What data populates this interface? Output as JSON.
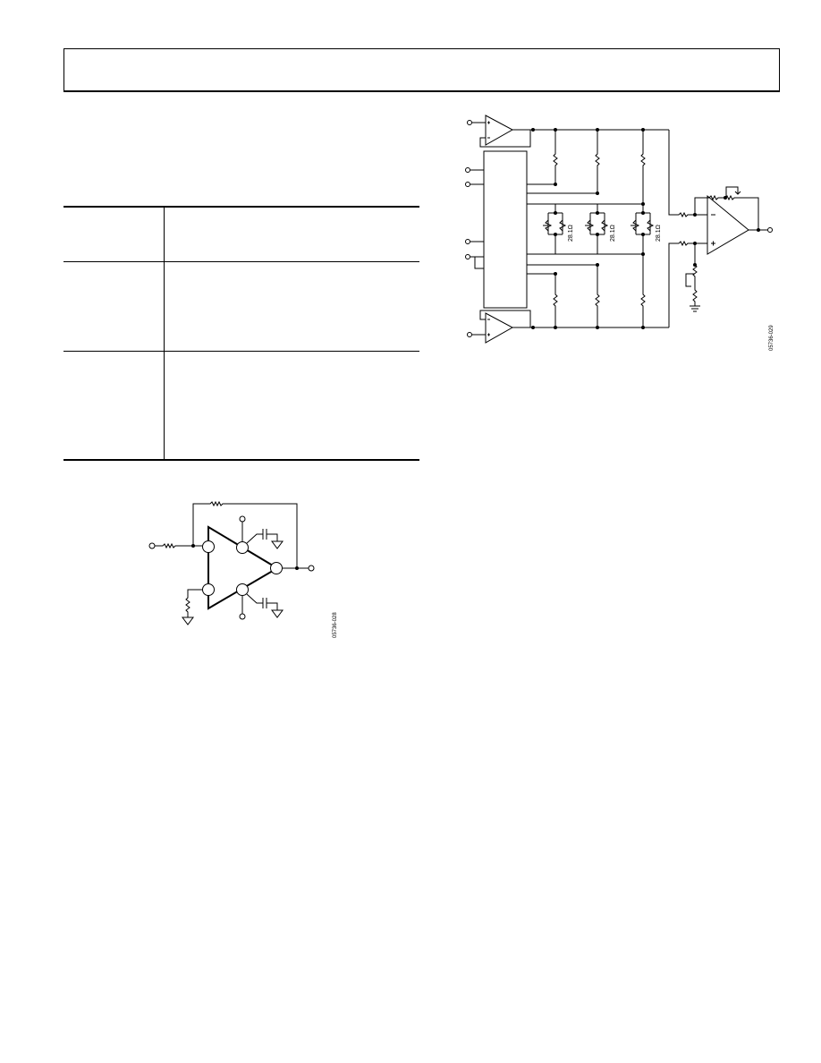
{
  "page": {
    "header_text": ""
  },
  "figure_right": {
    "trim_labels": [
      "28.1Ω",
      "28.1Ω",
      "28.1Ω"
    ],
    "figure_id": "05736-029"
  },
  "figure_left": {
    "figure_id": "05736-028"
  }
}
